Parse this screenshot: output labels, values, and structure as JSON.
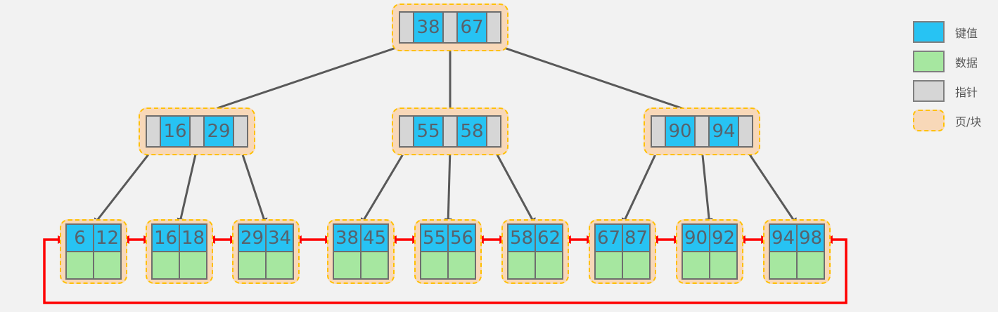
{
  "diagram": {
    "type": "b-plus-tree",
    "tree": {
      "root": {
        "keys": [
          "38",
          "67"
        ]
      },
      "internal": [
        {
          "keys": [
            "16",
            "29"
          ]
        },
        {
          "keys": [
            "55",
            "58"
          ]
        },
        {
          "keys": [
            "90",
            "94"
          ]
        }
      ],
      "leaves": [
        {
          "keys": [
            "6",
            "12"
          ]
        },
        {
          "keys": [
            "16",
            "18"
          ]
        },
        {
          "keys": [
            "29",
            "34"
          ]
        },
        {
          "keys": [
            "38",
            "45"
          ]
        },
        {
          "keys": [
            "55",
            "56"
          ]
        },
        {
          "keys": [
            "58",
            "62"
          ]
        },
        {
          "keys": [
            "67",
            "87"
          ]
        },
        {
          "keys": [
            "90",
            "92"
          ]
        },
        {
          "keys": [
            "94",
            "98"
          ]
        }
      ]
    },
    "legend": {
      "items": [
        {
          "label": "键值",
          "color": "#27c3f3",
          "style": "solid"
        },
        {
          "label": "数据",
          "color": "#a6e7a0",
          "style": "solid"
        },
        {
          "label": "指针",
          "color": "#d6d6d6",
          "style": "solid"
        },
        {
          "label": "页/块",
          "color": "#f8d8b8",
          "style": "dashed"
        }
      ]
    },
    "colors": {
      "background": "#f2f2f2",
      "key_cell": "#27c3f3",
      "data_cell": "#a6e7a0",
      "pointer_cell": "#d6d6d6",
      "page_fill": "#f8d8b8",
      "page_border": "#ffc000",
      "tree_edge": "#595959",
      "leaf_link": "#ff0000"
    }
  }
}
